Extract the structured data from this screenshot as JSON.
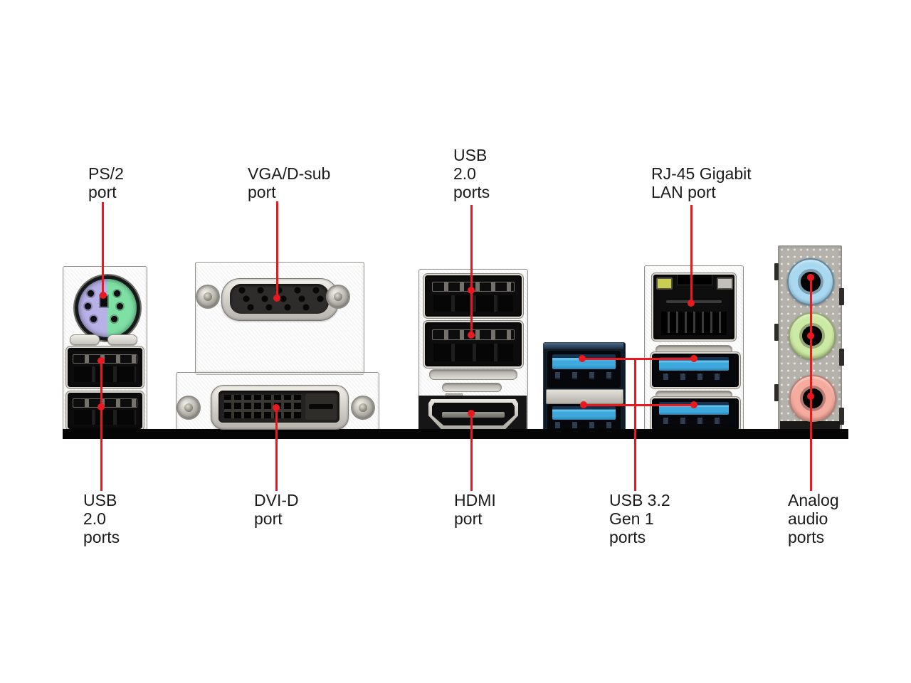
{
  "figure": {
    "type": "motherboard-rear-io-panel-diagram",
    "background": "#ffffff"
  },
  "labels": {
    "ps2": "PS/2\nport",
    "vga": "VGA/D-sub\nport",
    "usb2_top": "USB\n2.0\nports",
    "rj45": "RJ-45 Gigabit\nLAN port",
    "usb2_bottom": "USB\n2.0\nports",
    "dvi": "DVI-D\nport",
    "hdmi": "HDMI\nport",
    "usb32": "USB 3.2\nGen 1\nports",
    "audio": "Analog\naudio\nports"
  },
  "colors": {
    "annotation_red": "#e8191f",
    "label_text": "#1b1b1b",
    "motherboard_edge": "#050505",
    "bracket_metal": "#cfccc6",
    "ps2_keyboard_purple": "#b6b1e6",
    "ps2_mouse_green": "#7fe0a4",
    "usb2_black": "#0d0d0d",
    "usb3_blue": "#3fa9dd",
    "lan_led_yellow": "#c9cd52",
    "audio_line_in_blue": "#a9d9f1",
    "audio_line_out_green": "#cdeaa4",
    "audio_mic_pink": "#f5ab9e"
  }
}
